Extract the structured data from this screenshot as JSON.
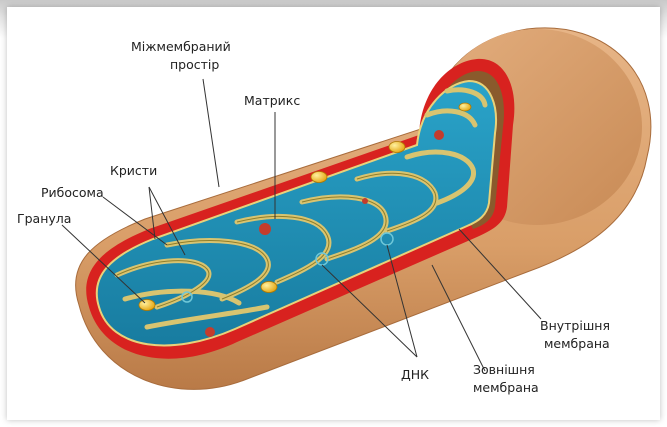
{
  "labels": {
    "intermembrane_line1": "Міжмембраний",
    "intermembrane_line2": "простір",
    "matrix": "Матрикс",
    "cristae": "Кристи",
    "ribosome": "Рибосома",
    "granule": "Гранула",
    "inner_membrane_line1": "Внутрішня",
    "inner_membrane_line2": "мембрана",
    "outer_membrane_line1": "Зовнішня",
    "outer_membrane_line2": "мембрана",
    "dna": "ДНК"
  },
  "colors": {
    "outer_membrane": "#d9a06a",
    "outer_membrane_dark": "#b8784a",
    "intermembrane_space": "#d8221f",
    "matrix": "#1f8fb5",
    "cristae": "#c8b45a",
    "granule": "#f0c020",
    "ribosome": "#c43c2c",
    "background": "#ffffff"
  },
  "icons": {
    "granule": "granule-dot-icon",
    "ribosome": "ribosome-dot-icon"
  }
}
